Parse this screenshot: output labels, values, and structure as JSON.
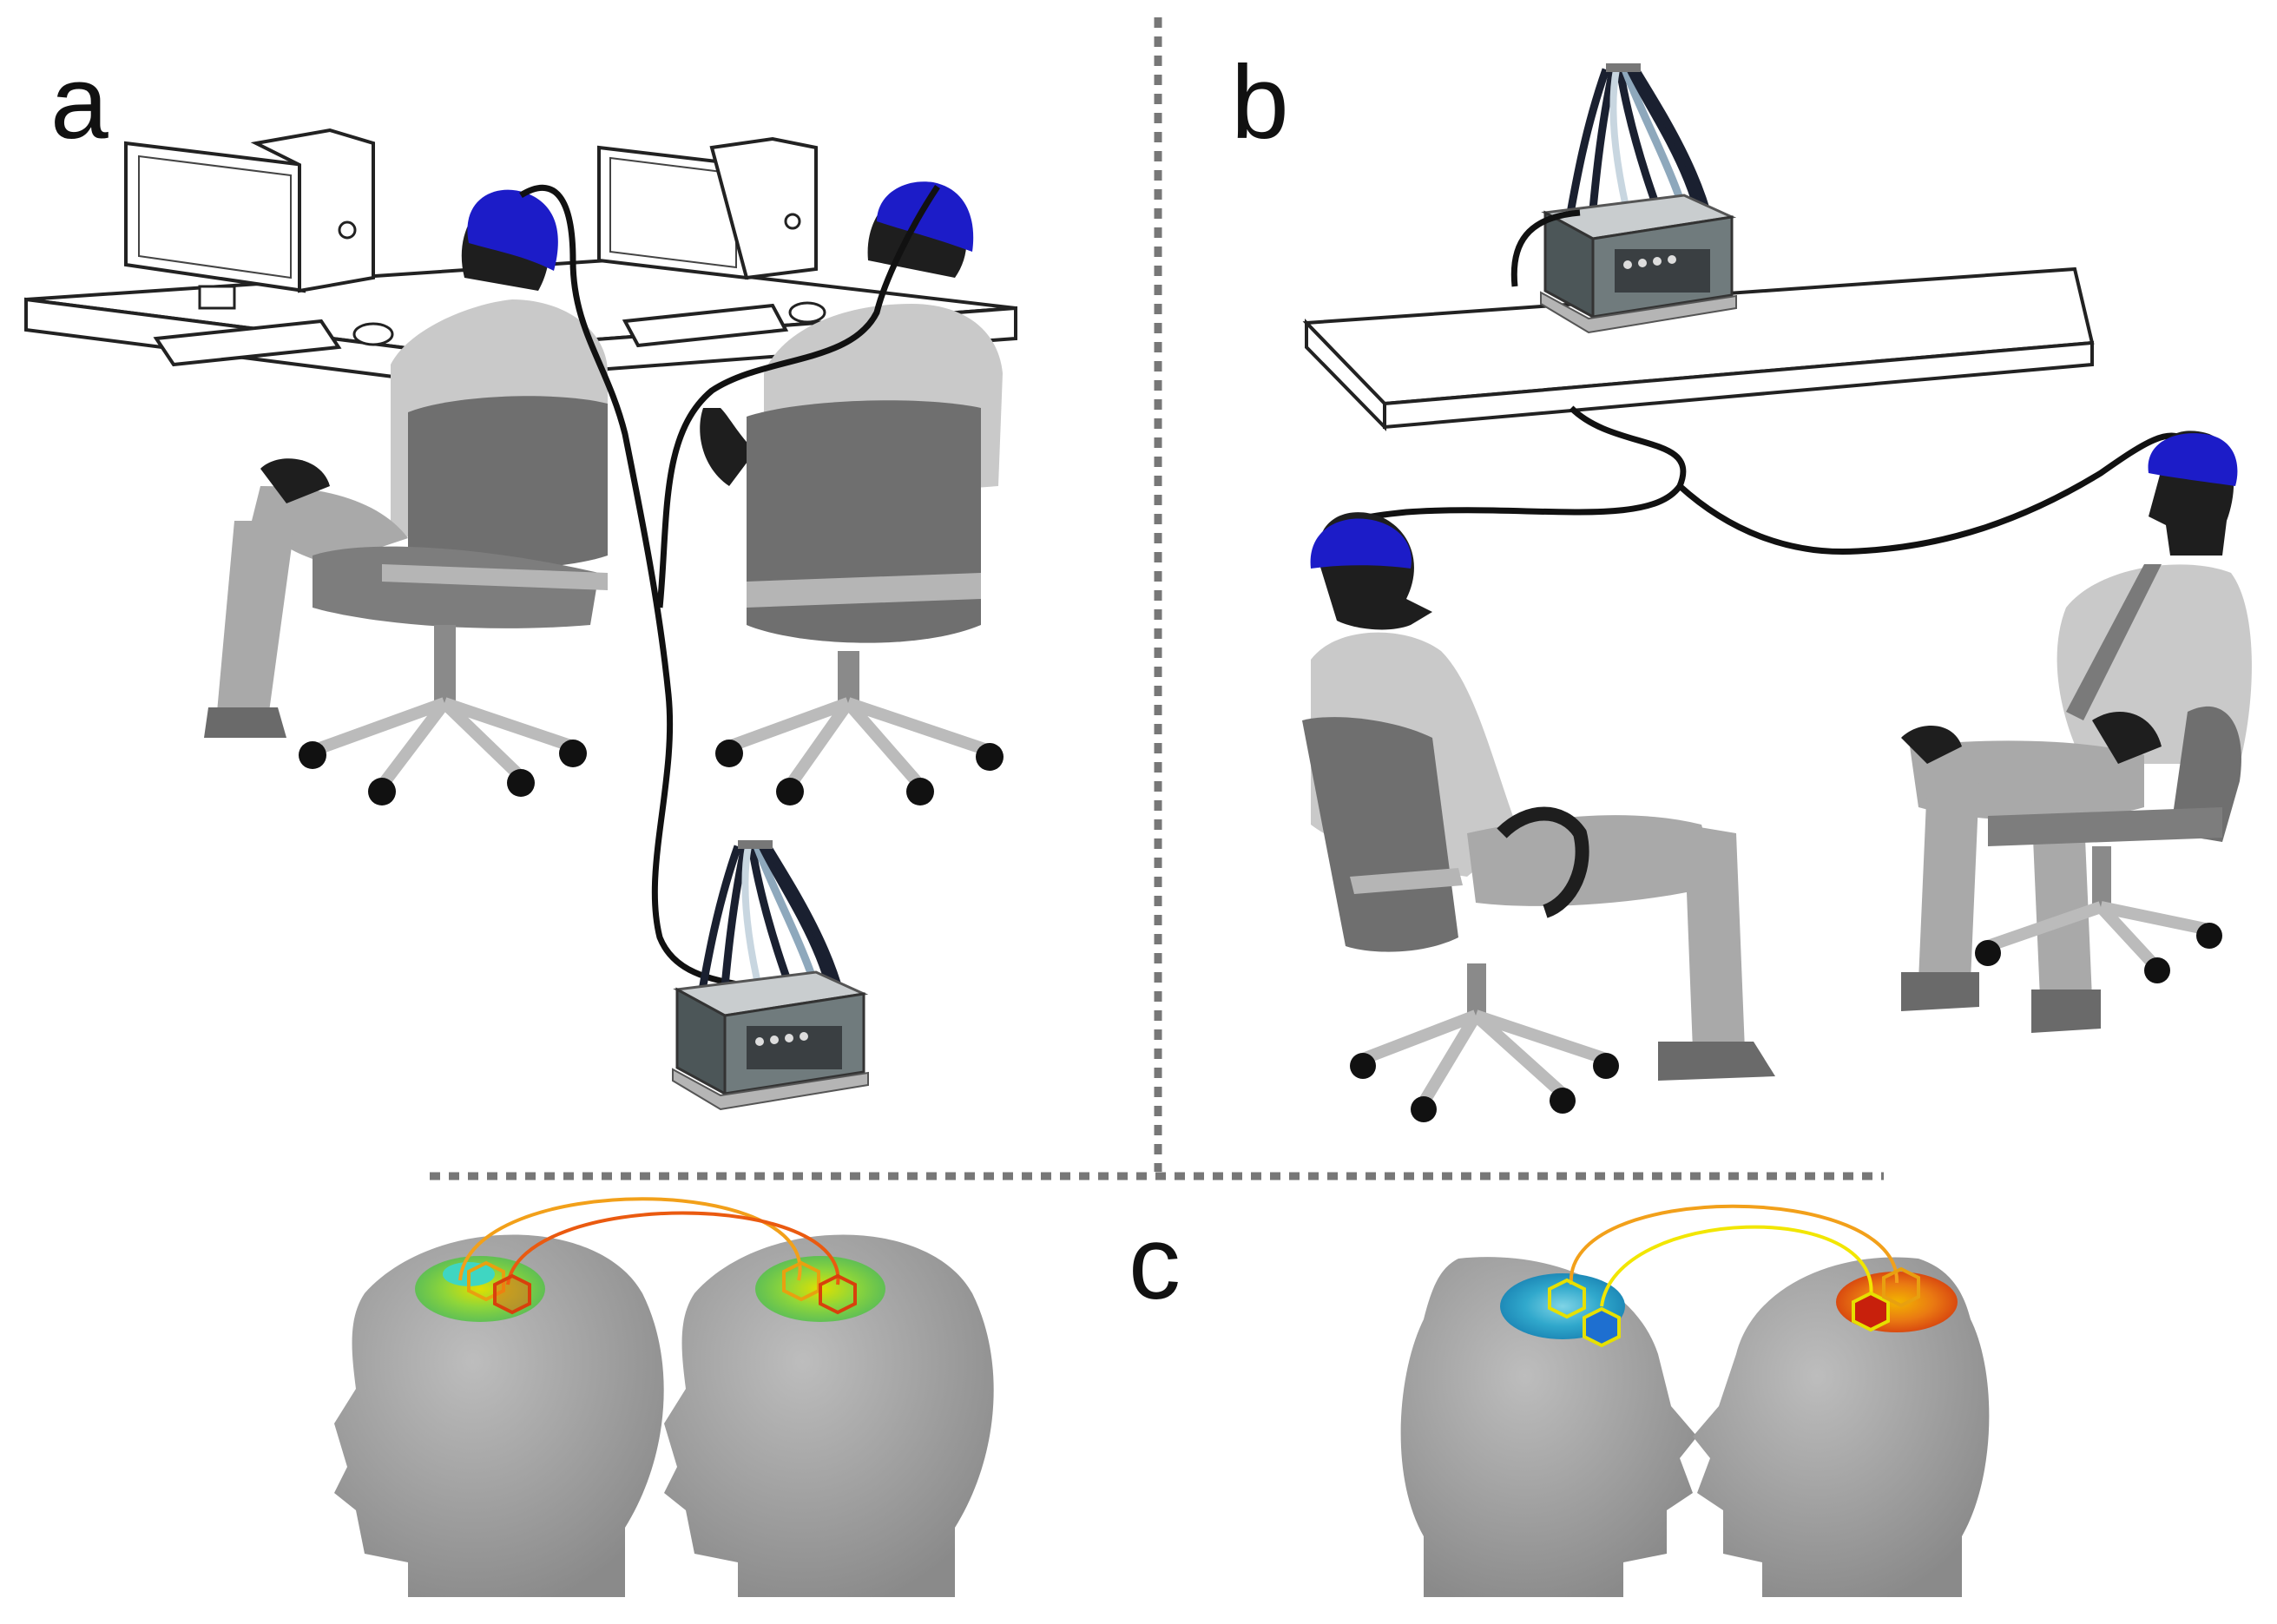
{
  "panels": {
    "a": {
      "label": "a"
    },
    "b": {
      "label": "b"
    },
    "c": {
      "label": "c"
    }
  },
  "colors": {
    "eeg_cap": "#1c1cc8",
    "silhouette": "#1e1e1e",
    "shirt": "#c9c9c9",
    "trousers": "#a9a9a9",
    "chair": "#6f6f6f",
    "head_model": "#a3a3a3",
    "divider": "#777777",
    "hyperlink_warm": "#f07a1a",
    "hyperlink_yellow": "#f2e600"
  },
  "icons": [
    "desktop-computer-icon",
    "eeg-amplifier-icon",
    "eeg-cap-icon",
    "office-chair-icon",
    "head-model-icon"
  ]
}
